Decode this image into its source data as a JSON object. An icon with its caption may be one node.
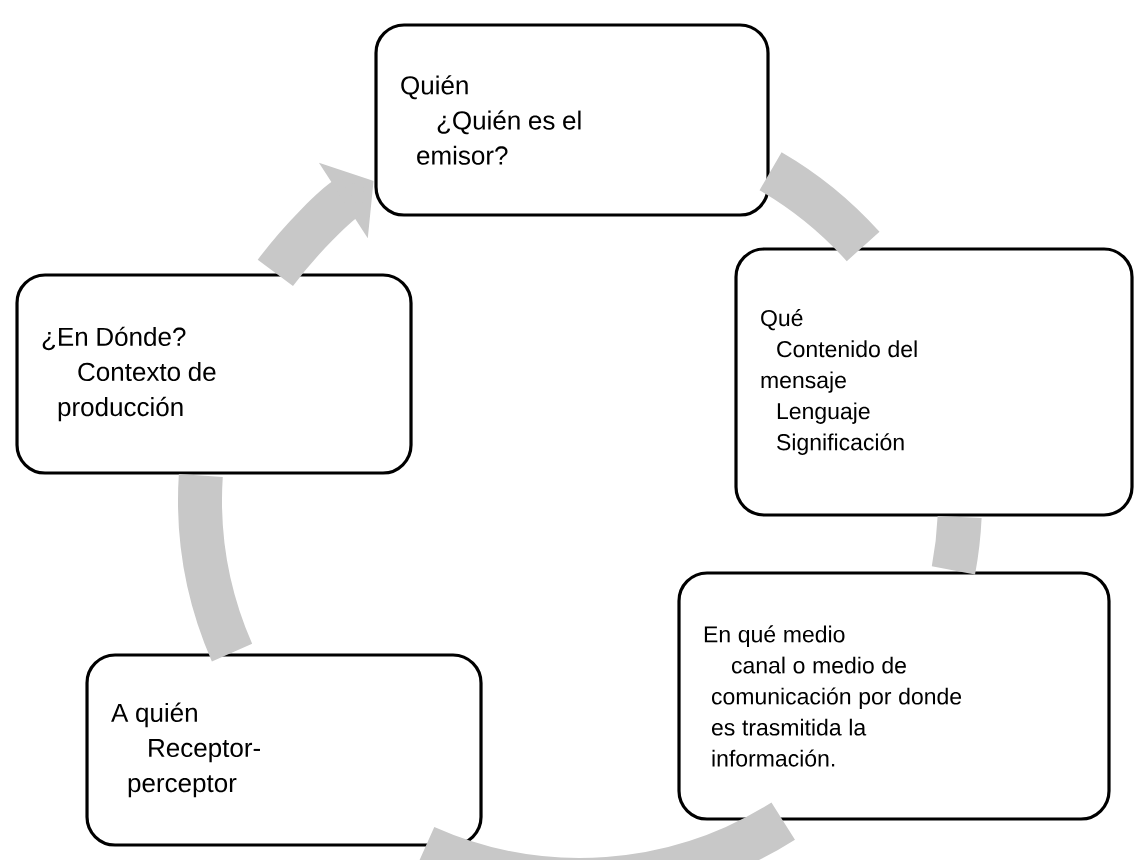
{
  "diagram": {
    "nodes": [
      {
        "text": [
          "Quién",
          "¿Quién es el emisor?"
        ]
      },
      {
        "text": [
          "Qué",
          "Contenido del mensaje",
          "Lenguaje",
          "Significación"
        ]
      },
      {
        "text": [
          "En qué medio",
          "canal o medio de comunicación por donde es trasmitida la información."
        ]
      },
      {
        "text": [
          "A quién",
          "Receptor-perceptor"
        ]
      },
      {
        "text": [
          "¿En Dónde?",
          "Contexto de producción"
        ]
      }
    ],
    "edges": [
      {
        "from": 0,
        "to": 1,
        "arrow": "none"
      },
      {
        "from": 1,
        "to": 2,
        "arrow": "none"
      },
      {
        "from": 2,
        "to": 3,
        "arrow": "none"
      },
      {
        "from": 3,
        "to": 4,
        "arrow": "none"
      },
      {
        "from": 4,
        "to": 0,
        "arrow": "to"
      }
    ]
  }
}
